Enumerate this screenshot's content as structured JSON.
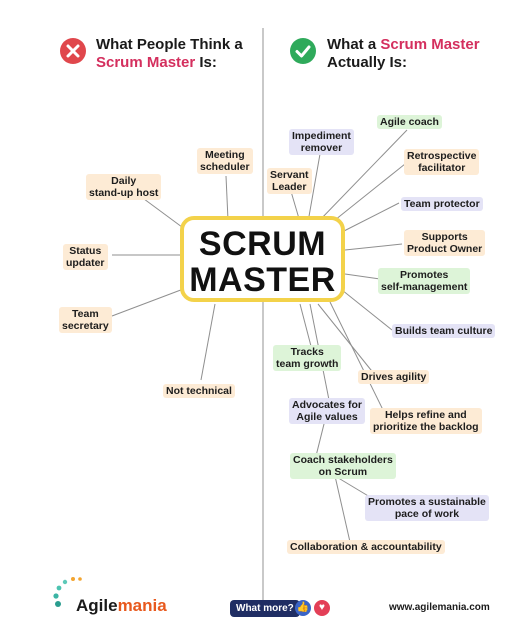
{
  "left_header": {
    "line1": "What People Think a",
    "line2_highlight": "Scrum Master",
    "line2_rest": " Is:"
  },
  "right_header": {
    "line1_prefix": "What a ",
    "line1_highlight": "Scrum Master",
    "line2": "Actually Is:"
  },
  "center": {
    "line1": "SCRUM",
    "line2": "MASTER"
  },
  "myths": [
    "Meeting scheduler",
    "Daily stand-up host",
    "Status updater",
    "Team secretary",
    "Not technical"
  ],
  "realities": [
    "Impediment remover",
    "Agile coach",
    "Retrospective facilitator",
    "Servant Leader",
    "Team protector",
    "Supports Product Owner",
    "Promotes self-management",
    "Builds team culture",
    "Tracks team growth",
    "Drives agility",
    "Advocates for Agile values",
    "Helps refine and prioritize the backlog",
    "Coach stakeholders on Scrum",
    "Promotes a sustainable pace of work",
    "Collaboration & accountability"
  ],
  "footer": {
    "logo_agile": "Agile",
    "logo_mania": "mania",
    "what_more": "What more?",
    "website": "www.agilemania.com"
  },
  "colors": {
    "highlight": "#d42f5e",
    "center_border": "#f3d24a",
    "wrong_icon": "#e0474c",
    "right_icon": "#2faa5b",
    "tag_orange": "#fdebd5",
    "tag_green": "#ddf4d8",
    "tag_purple": "#e4e3f6"
  },
  "icons": [
    "x-circle-icon",
    "check-circle-icon",
    "thumbs-up-icon",
    "heart-icon",
    "agilemania-logo-icon"
  ]
}
